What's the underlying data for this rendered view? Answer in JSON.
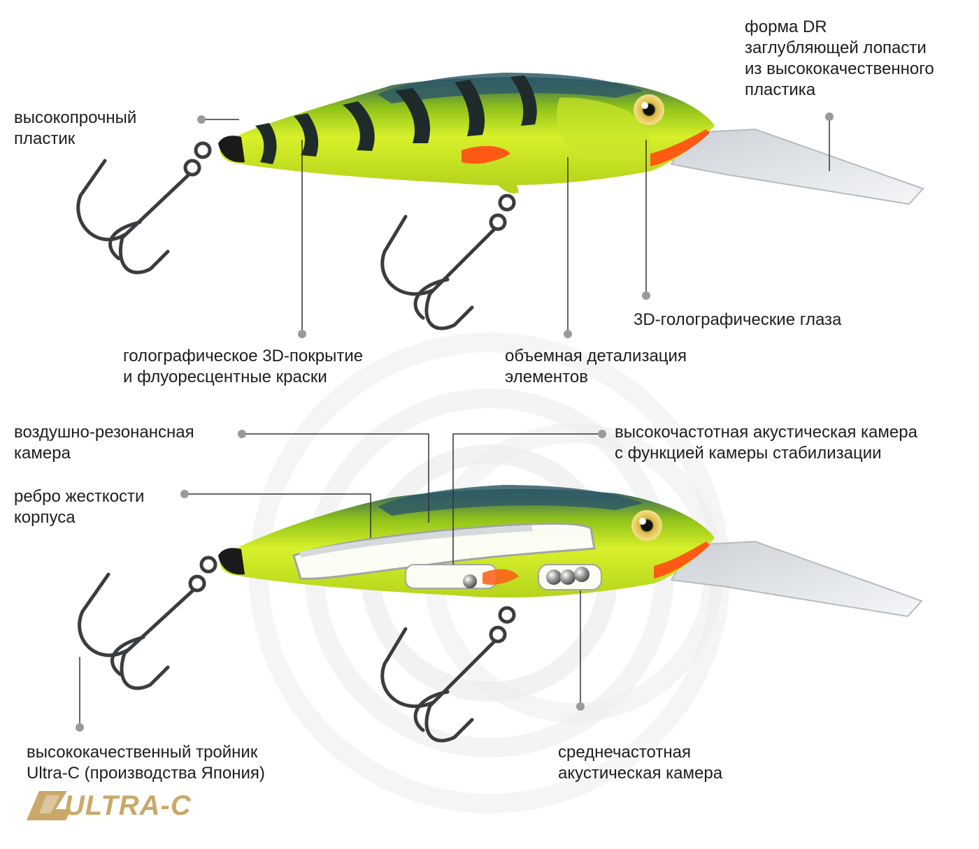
{
  "labels": {
    "plastic": [
      "высокопрочный",
      "пластик"
    ],
    "lip": [
      "форма DR",
      "заглубляющей лопасти",
      "из высококачественного",
      "пластика"
    ],
    "eyes": [
      "3D-голографические глаза"
    ],
    "coating": [
      "голографическое 3D-покрытие",
      "и флуоресцентные краски"
    ],
    "detail": [
      "объемная детализация",
      "элементов"
    ],
    "air_chamber": [
      "воздушно-резонансная",
      "камера"
    ],
    "hf_chamber": [
      "высокочастотная акустическая камера",
      "с функцией камеры стабилизации"
    ],
    "rib": [
      "ребро жесткости",
      "корпуса"
    ],
    "hook": [
      "высококачественный тройник",
      "Ultra-C (производства Япония)"
    ],
    "mf_chamber": [
      "среднечастотная",
      "акустическая камера"
    ]
  },
  "logo": {
    "text": "ULTRA-C"
  },
  "colors": {
    "body_green": "#c6e81e",
    "stripe": "#1f2a2a",
    "back": "#2f5a66",
    "fin": "#ff5a14",
    "lip": "#d9dde2",
    "line": "#333333",
    "dot": "#9a9a9a",
    "gold": "#c9a86a"
  }
}
